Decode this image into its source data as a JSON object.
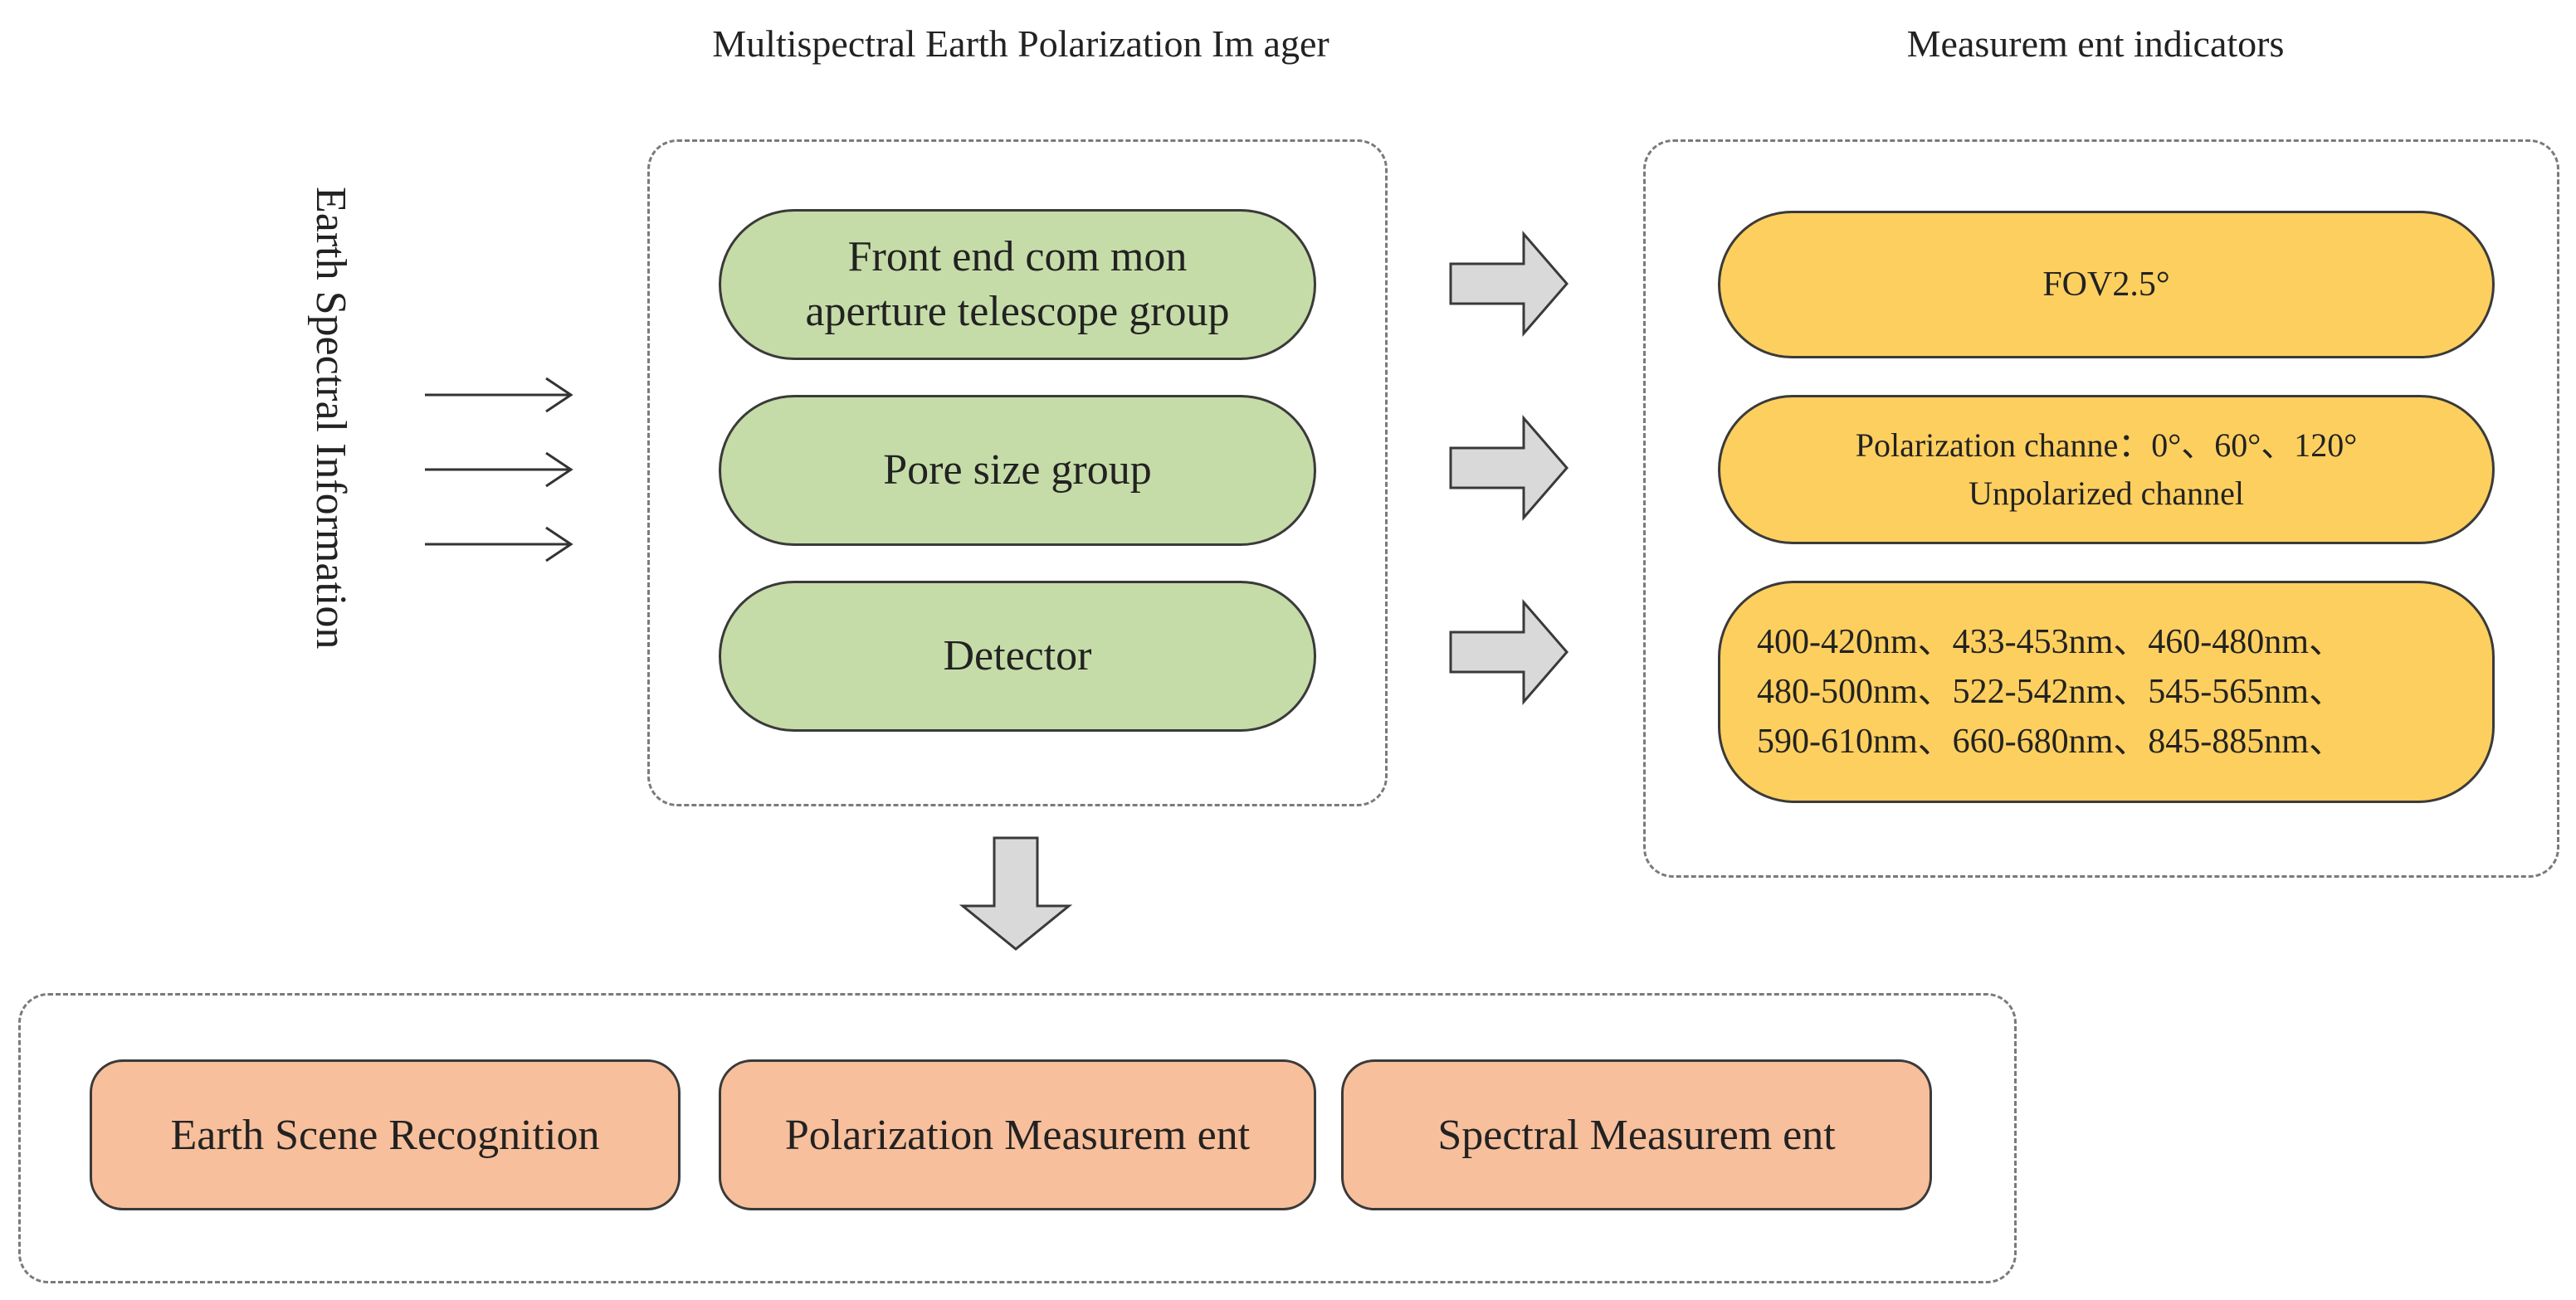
{
  "titles": {
    "imager": "Multispectral Earth Polarization Im ager",
    "indicators": "Measurem ent indicators"
  },
  "input": {
    "label": "Earth Spectral Information"
  },
  "imager_components": [
    "Front end com mon\naperture telescope group",
    "Pore size group",
    "Detector"
  ],
  "indicators": [
    "FOV2.5°",
    "Polarization channe：0°、60°、120°\nUnpolarized channel",
    "400-420nm、433-453nm、460-480nm、\n480-500nm、522-542nm、545-565nm、\n590-610nm、660-680nm、845-885nm、"
  ],
  "applications": [
    "Earth Scene Recognition",
    "Polarization Measurem ent",
    "Spectral Measurem ent"
  ],
  "colors": {
    "component_fill": "#c6dca8",
    "indicator_fill": "#fdcf5f",
    "application_fill": "#f7bf9b",
    "block_arrow_fill": "#d9d9d9",
    "dashed_border": "#7a7a7a"
  }
}
